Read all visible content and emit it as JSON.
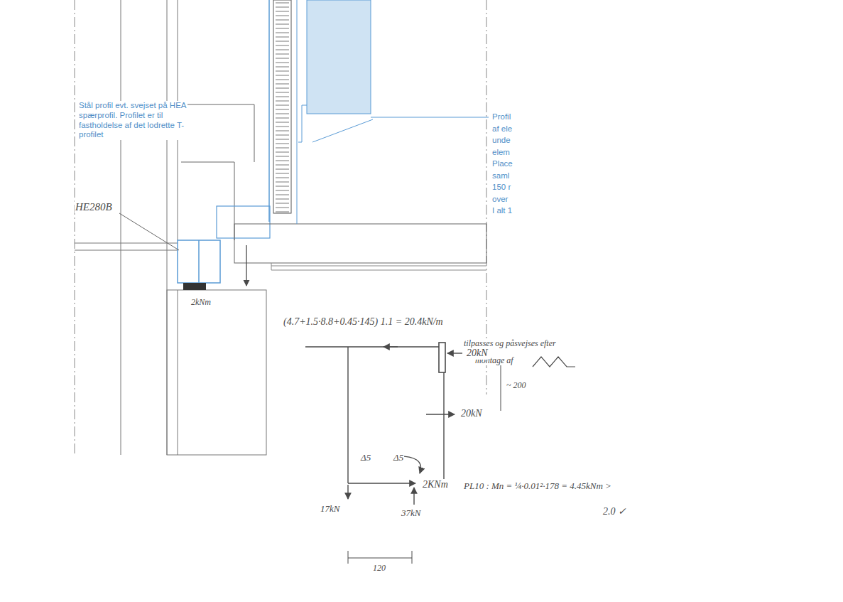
{
  "diagram": {
    "labels": [
      "Stål profil evt. svejset på HEA spærprofil. Profilet er til fastholdelse af det lodrette T-profilet",
      "Profil",
      "af ele",
      "unde",
      "elem",
      "Place",
      "saml",
      "150 r",
      "over",
      "I alt 1",
      "HE280B",
      "2kNm",
      "(4.7+1.5·8.8+0.45·145) 1.1 = 20.4kN/m",
      "tilpasses og påsvejses efter",
      "montage af",
      "20kN",
      "~ 200",
      "20kN",
      "Δ5",
      "Δ5",
      "2KNm",
      "17kN",
      "37kN",
      "120",
      "PL10 : Mn = ¼·0.01²·178 = 4.45kNm >",
      "2.0 ✓"
    ]
  }
}
